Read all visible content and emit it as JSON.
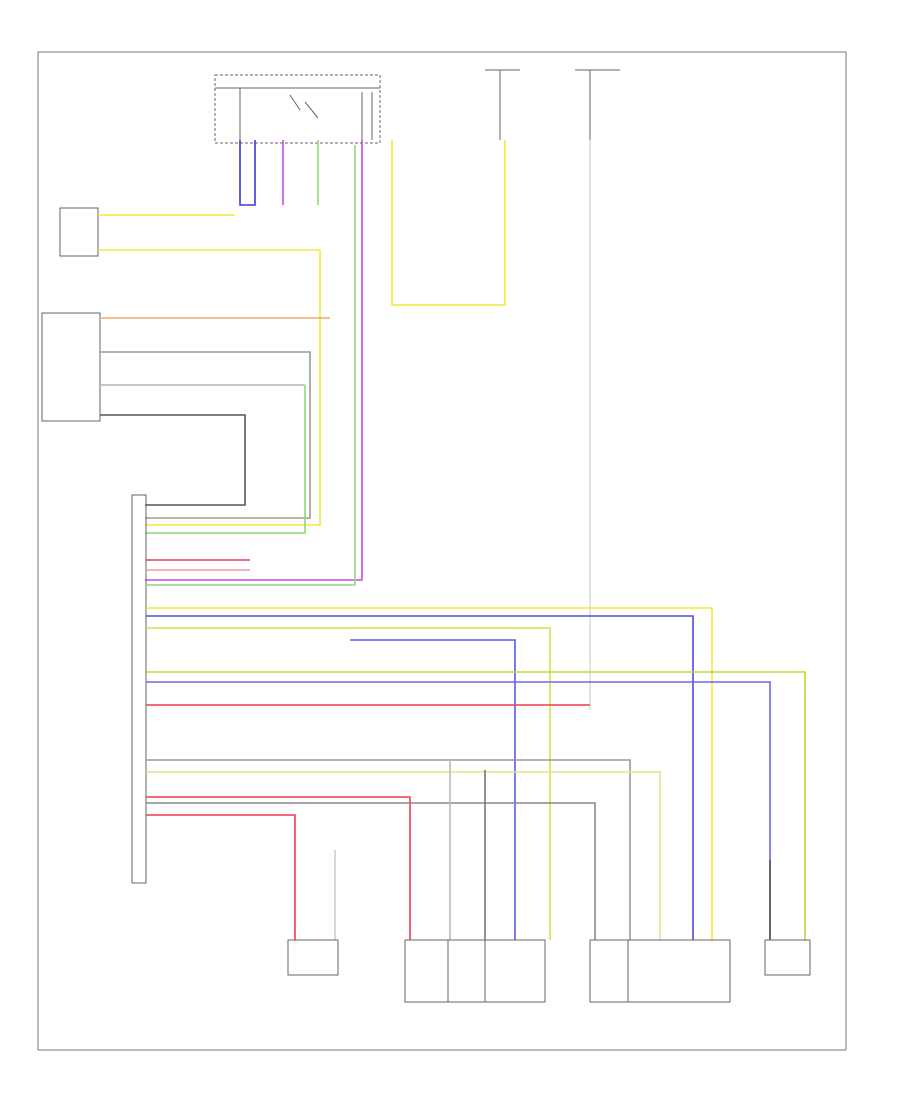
{
  "wire_colors": {
    "yellow": "#f2ea3c",
    "yellow_green": "#d9e04a",
    "green": "#8fd97a",
    "violet": "#c14fe0",
    "blue": "#3b3bd8",
    "light_blue": "#7d7dec",
    "red": "#ef3b4d",
    "pink": "#f59aa8",
    "orange": "#f3a86d",
    "gray": "#8a8a8a",
    "black": "#4a4a4a",
    "white": "#d8d8d8"
  },
  "icons": [
    "ground-symbol",
    "connector-symbol",
    "relay-switch-symbol",
    "splice-dot"
  ]
}
